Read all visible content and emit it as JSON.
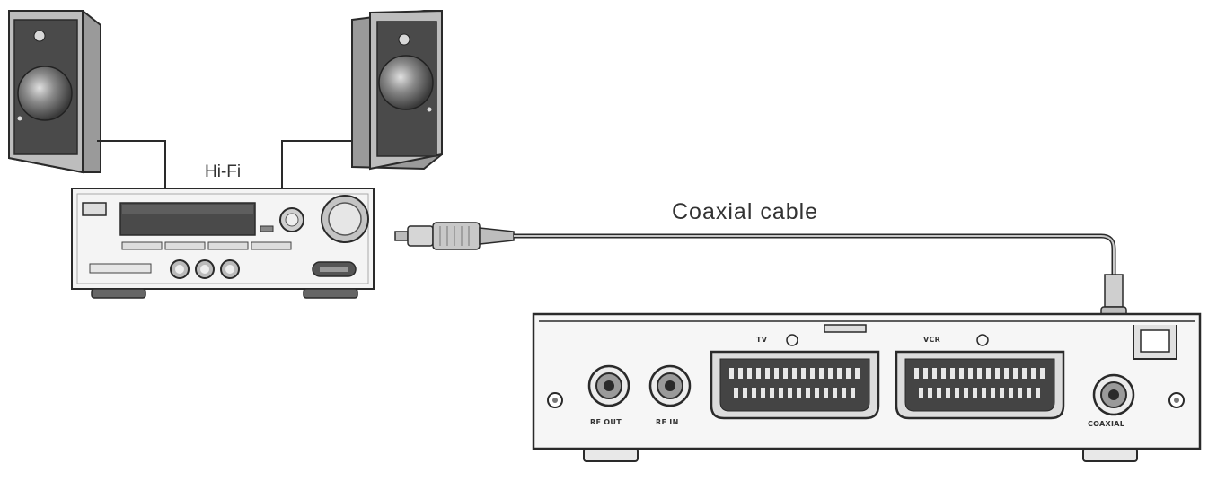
{
  "labels": {
    "hifi": "Hi-Fi",
    "coaxial_cable": "Coaxial cable",
    "rf_out": "RF OUT",
    "rf_in": "RF IN",
    "tv": "TV",
    "vcr": "VCR",
    "coaxial": "COAXIAL"
  },
  "colors": {
    "outline": "#2a2a2a",
    "device_face": "#f2f2f2",
    "speaker_side": "#9a9a9a",
    "speaker_face": "#4a4a4a",
    "cable": "#777777"
  }
}
